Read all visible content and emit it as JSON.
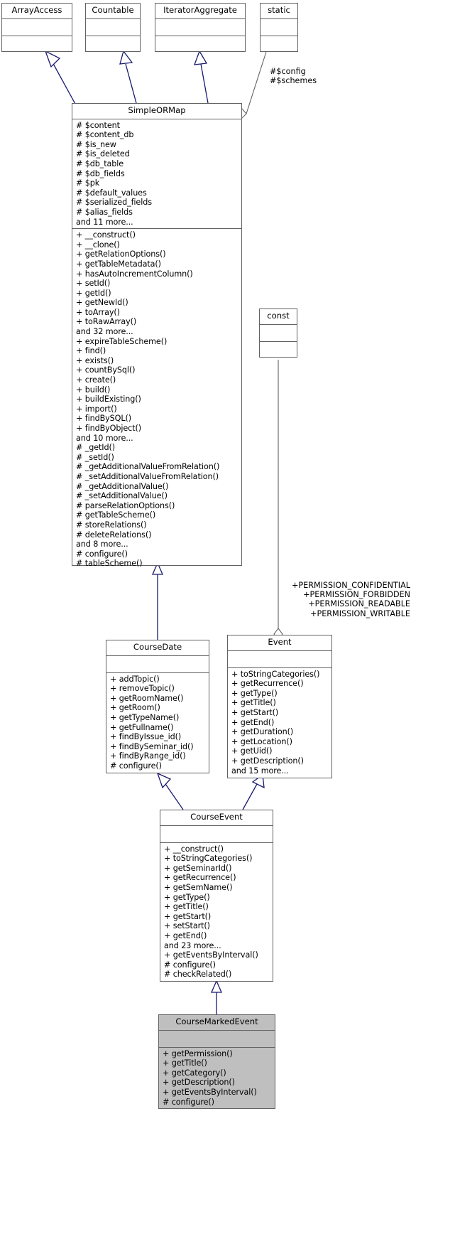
{
  "diagram": {
    "type": "uml-class-diagram",
    "title": "CourseMarkedEvent inheritance diagram",
    "colors": {
      "box_border": "#626262",
      "box_fill": "#ffffff",
      "highlight_fill": "#bfbfbf",
      "inheritance_edge": "#191970",
      "aggregation_edge": "#626262",
      "text": "#000000"
    }
  },
  "classes": {
    "array_access": {
      "name": "ArrayAccess",
      "attributes": [],
      "operations": []
    },
    "countable": {
      "name": "Countable",
      "attributes": [],
      "operations": []
    },
    "iterator_aggregate": {
      "name": "IteratorAggregate",
      "attributes": [],
      "operations": []
    },
    "static_cls": {
      "name": "static",
      "attributes": [],
      "operations": []
    },
    "const_cls": {
      "name": "const",
      "attributes": [],
      "operations": []
    },
    "simple_ormap": {
      "name": "SimpleORMap",
      "attributes": [
        "# $content",
        "# $content_db",
        "# $is_new",
        "# $is_deleted",
        "# $db_table",
        "# $db_fields",
        "# $pk",
        "# $default_values",
        "# $serialized_fields",
        "# $alias_fields",
        "and 11 more..."
      ],
      "operations": [
        "+ __construct()",
        "+ __clone()",
        "+ getRelationOptions()",
        "+ getTableMetadata()",
        "+ hasAutoIncrementColumn()",
        "+ setId()",
        "+ getId()",
        "+ getNewId()",
        "+ toArray()",
        "+ toRawArray()",
        "and 32 more...",
        "+ expireTableScheme()",
        "+ find()",
        "+ exists()",
        "+ countBySql()",
        "+ create()",
        "+ build()",
        "+ buildExisting()",
        "+ import()",
        "+ findBySQL()",
        "+ findByObject()",
        "and 10 more...",
        "# _getId()",
        "# _setId()",
        "# _getAdditionalValueFromRelation()",
        "# _setAdditionalValueFromRelation()",
        "# _getAdditionalValue()",
        "# _setAdditionalValue()",
        "# parseRelationOptions()",
        "# getTableScheme()",
        "# storeRelations()",
        "# deleteRelations()",
        "and 8 more...",
        "# configure()",
        "# tableScheme()"
      ]
    },
    "course_date": {
      "name": "CourseDate",
      "attributes": [],
      "operations": [
        "+ addTopic()",
        "+ removeTopic()",
        "+ getRoomName()",
        "+ getRoom()",
        "+ getTypeName()",
        "+ getFullname()",
        "+ findByIssue_id()",
        "+ findBySeminar_id()",
        "+ findByRange_id()",
        "# configure()"
      ]
    },
    "event": {
      "name": "Event",
      "attributes": [],
      "operations": [
        "+ toStringCategories()",
        "+ getRecurrence()",
        "+ getType()",
        "+ getTitle()",
        "+ getStart()",
        "+ getEnd()",
        "+ getDuration()",
        "+ getLocation()",
        "+ getUid()",
        "+ getDescription()",
        "and 15 more..."
      ]
    },
    "course_event": {
      "name": "CourseEvent",
      "attributes": [],
      "operations": [
        "+ __construct()",
        "+ toStringCategories()",
        "+ getSeminarId()",
        "+ getRecurrence()",
        "+ getSemName()",
        "+ getType()",
        "+ getTitle()",
        "+ getStart()",
        "+ setStart()",
        "+ getEnd()",
        "and 23 more...",
        "+ getEventsByInterval()",
        "# configure()",
        "# checkRelated()"
      ]
    },
    "course_marked_event": {
      "name": "CourseMarkedEvent",
      "attributes": [],
      "operations": [
        "+ getPermission()",
        "+ getTitle()",
        "+ getCategory()",
        "+ getDescription()",
        "+ getEventsByInterval()",
        "# configure()"
      ]
    }
  },
  "edge_labels": {
    "static_to_simple_ormap": [
      "#$config",
      "#$schemes"
    ],
    "const_to_event": [
      "+PERMISSION_CONFIDENTIAL",
      "+PERMISSION_FORBIDDEN",
      "+PERMISSION_READABLE",
      "+PERMISSION_WRITABLE"
    ]
  }
}
